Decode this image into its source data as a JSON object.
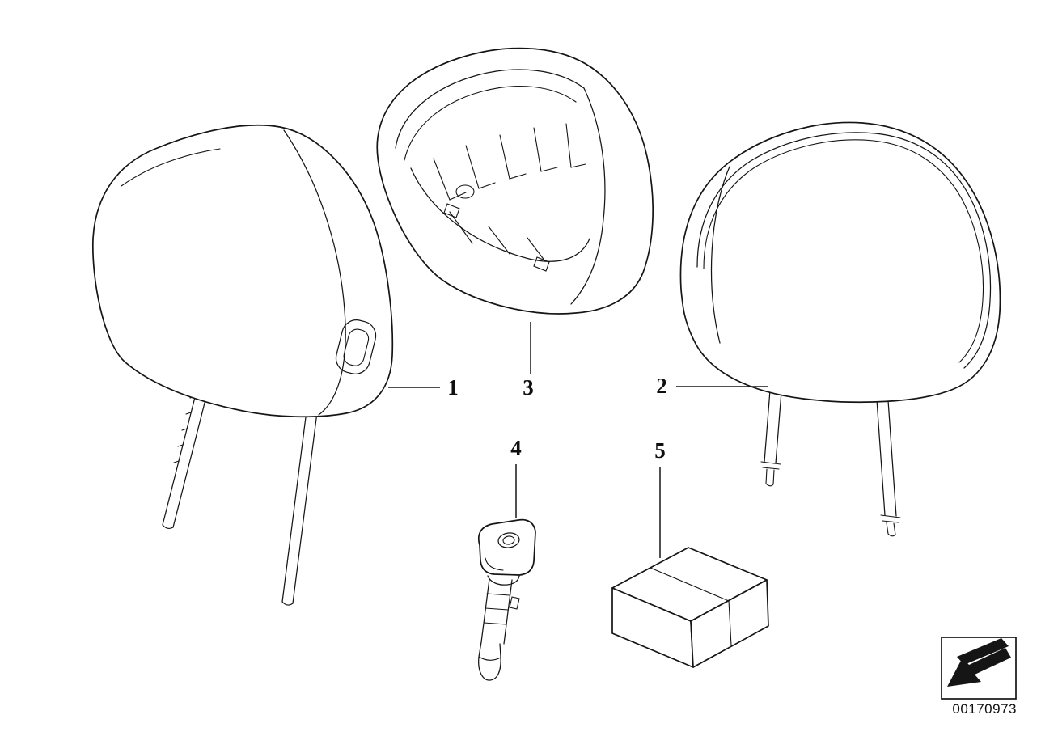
{
  "page": {
    "background": "#ffffff",
    "line_color": "#151515"
  },
  "callouts": {
    "c1": "1",
    "c2": "2",
    "c3": "3",
    "c4": "4",
    "c5": "5"
  },
  "footer": {
    "document_number": "00170973"
  },
  "icons": {
    "direction_arrow": "down-left-arrow"
  }
}
